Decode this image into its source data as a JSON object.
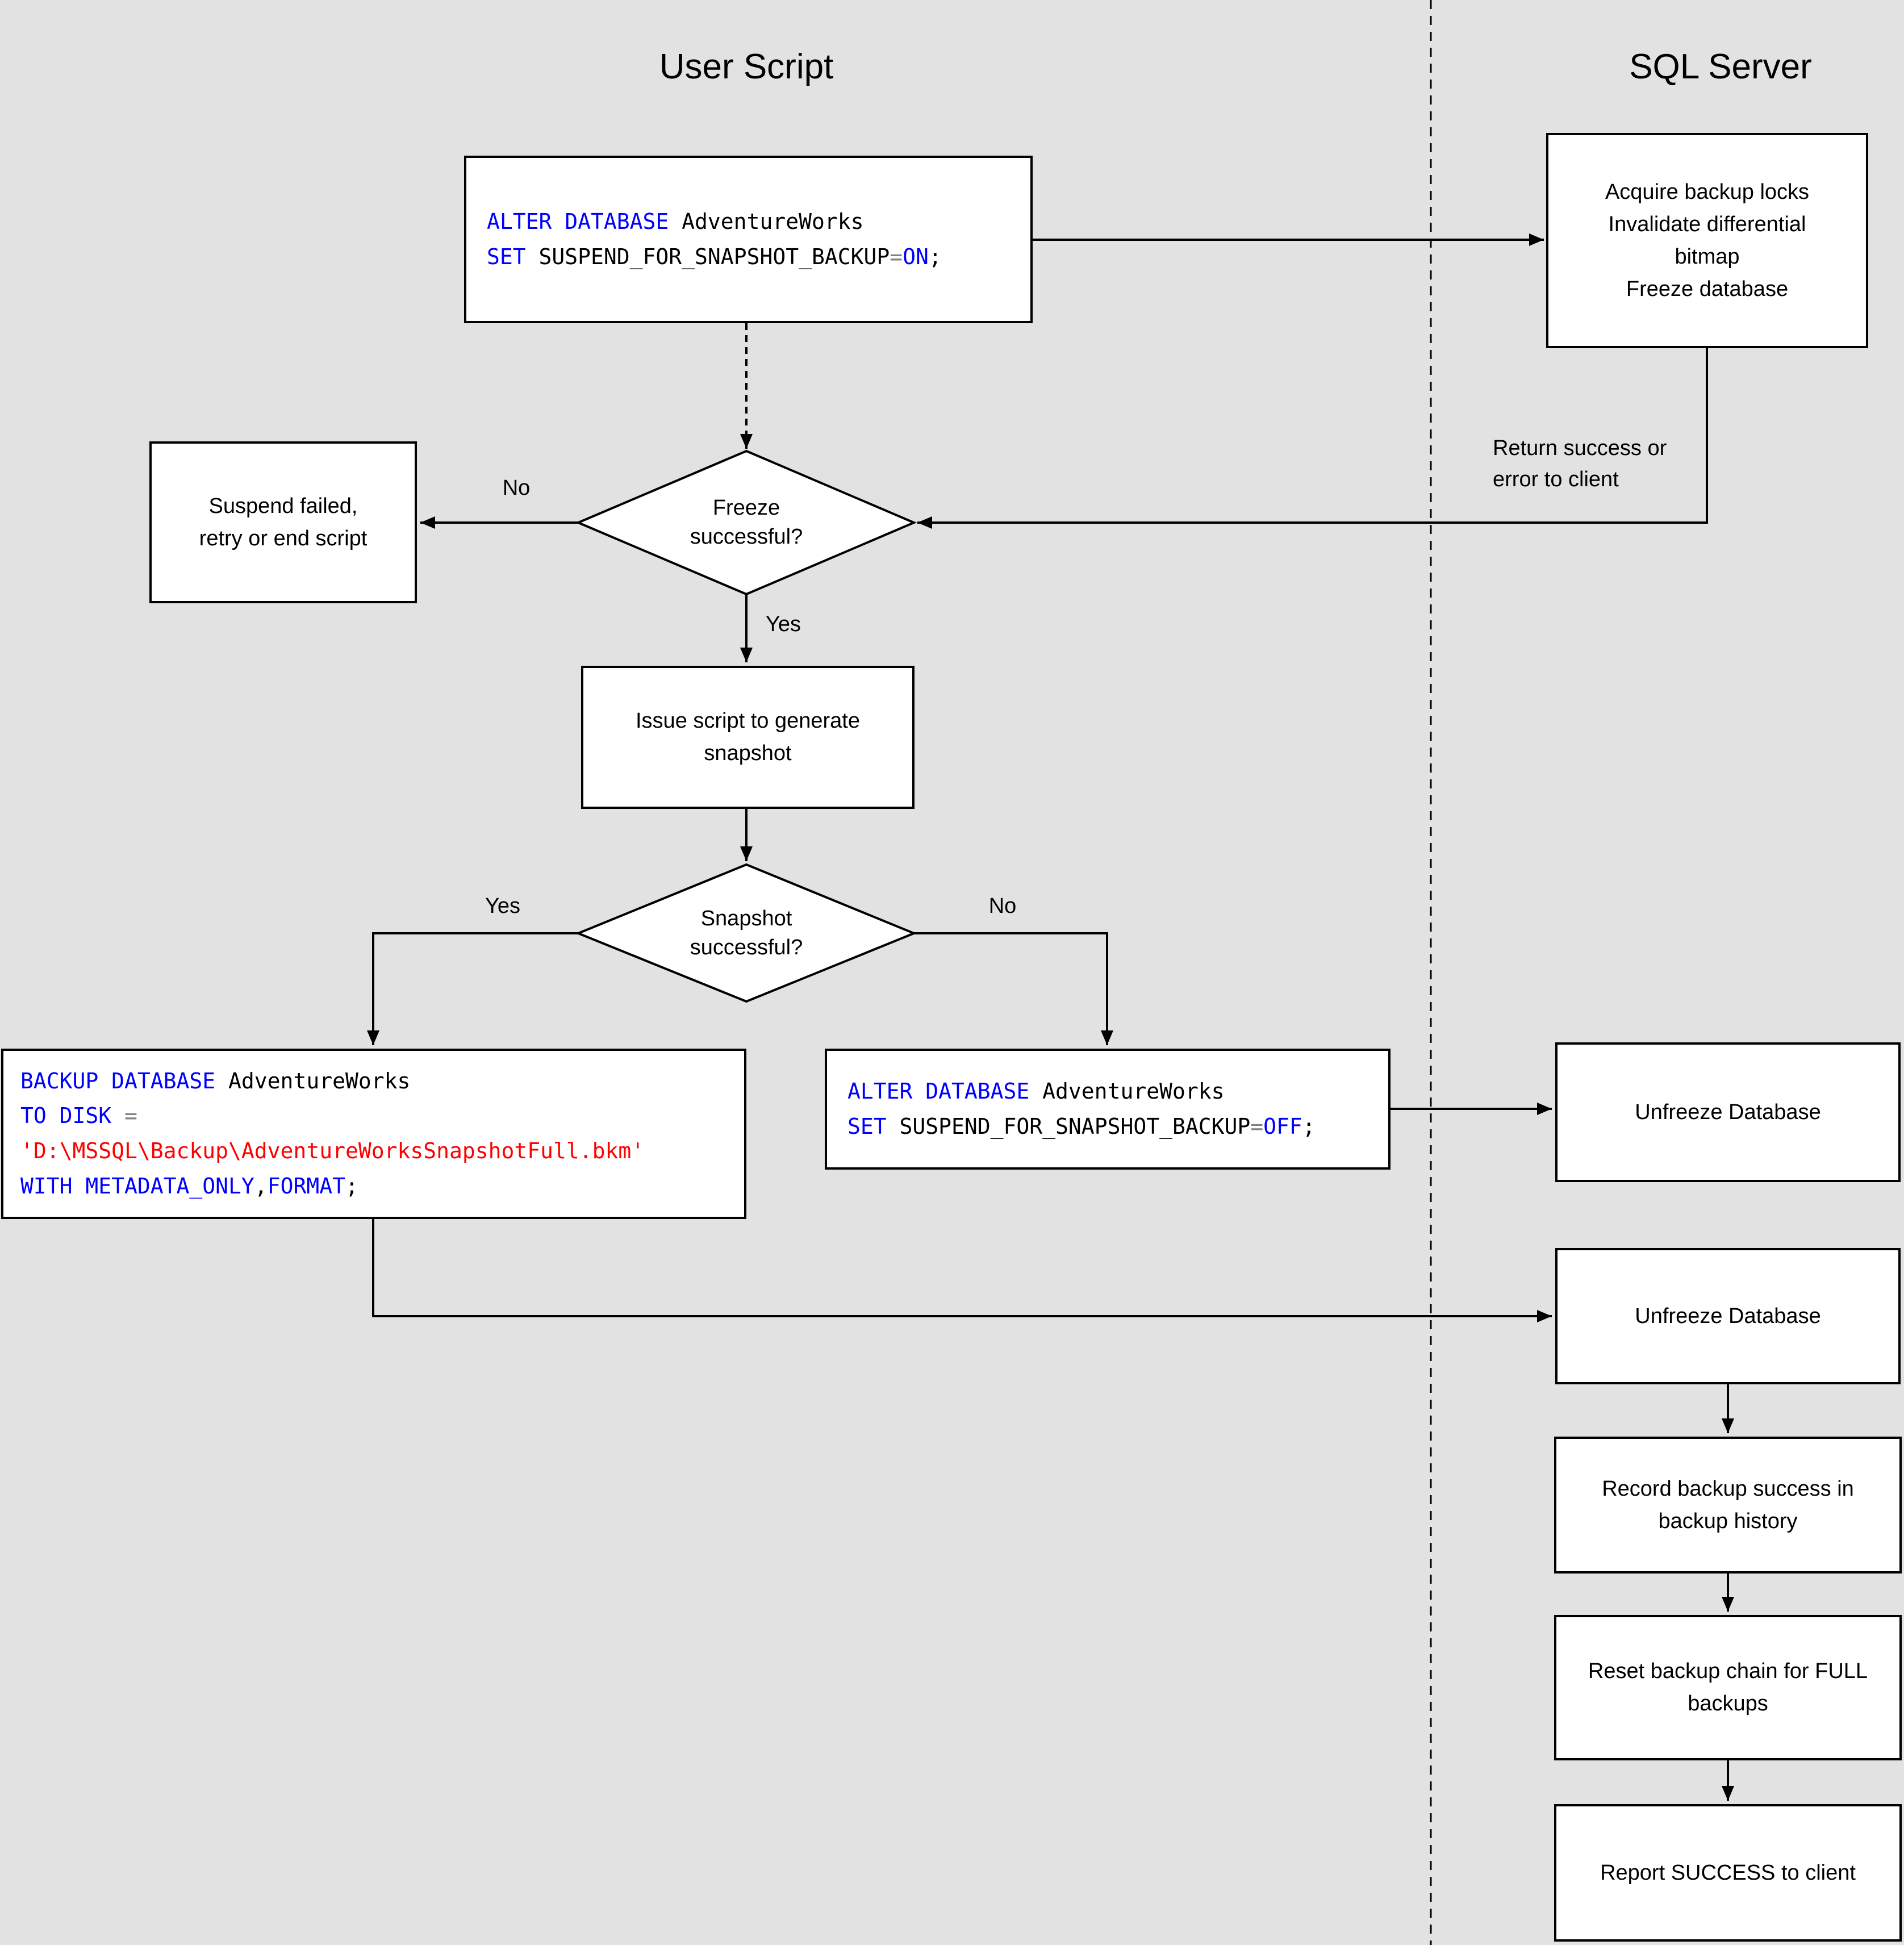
{
  "titles": {
    "left": "User Script",
    "right": "SQL Server"
  },
  "nodes": {
    "acquire": {
      "label": "Acquire backup locks\nInvalidate differential\nbitmap\nFreeze database"
    },
    "suspend_failed": {
      "label": "Suspend failed,\nretry or end script"
    },
    "freeze_decision": {
      "label": "Freeze\nsuccessful?"
    },
    "issue_script": {
      "label": "Issue script to generate\nsnapshot"
    },
    "snapshot_decision": {
      "label": "Snapshot\nsuccessful?"
    },
    "unfreeze_1": {
      "label": "Unfreeze Database"
    },
    "unfreeze_2": {
      "label": "Unfreeze Database"
    },
    "record_history": {
      "label": "Record backup success in\nbackup history"
    },
    "reset_chain": {
      "label": "Reset backup chain for FULL\nbackups"
    },
    "report_success": {
      "label": "Report SUCCESS to client"
    }
  },
  "edge_labels": {
    "freeze_no": "No",
    "freeze_yes": "Yes",
    "snapshot_yes": "Yes",
    "snapshot_no": "No",
    "return_status": "Return success or\nerror to client"
  },
  "code": {
    "suspend_on": [
      [
        {
          "t": "ALTER DATABASE",
          "c": "kw"
        },
        {
          "t": " AdventureWorks",
          "c": "pl"
        }
      ],
      [
        {
          "t": "SET",
          "c": "kw"
        },
        {
          "t": " SUSPEND_FOR_SNAPSHOT_BACKUP",
          "c": "pl"
        },
        {
          "t": "=",
          "c": "op"
        },
        {
          "t": "ON",
          "c": "kw"
        },
        {
          "t": ";",
          "c": "pl"
        }
      ]
    ],
    "backup": [
      [
        {
          "t": "BACKUP DATABASE",
          "c": "kw"
        },
        {
          "t": " AdventureWorks",
          "c": "pl"
        }
      ],
      [
        {
          "t": "TO DISK",
          "c": "kw"
        },
        {
          "t": " ",
          "c": "pl"
        },
        {
          "t": "=",
          "c": "op"
        }
      ],
      [
        {
          "t": "'D:\\MSSQL\\Backup\\AdventureWorksSnapshotFull.bkm'",
          "c": "str"
        }
      ],
      [
        {
          "t": "WITH METADATA_ONLY",
          "c": "kw"
        },
        {
          "t": ",",
          "c": "pl"
        },
        {
          "t": "FORMAT",
          "c": "kw"
        },
        {
          "t": ";",
          "c": "pl"
        }
      ]
    ],
    "suspend_off": [
      [
        {
          "t": "ALTER DATABASE",
          "c": "kw"
        },
        {
          "t": " AdventureWorks",
          "c": "pl"
        }
      ],
      [
        {
          "t": "SET",
          "c": "kw"
        },
        {
          "t": " SUSPEND_FOR_SNAPSHOT_BACKUP",
          "c": "pl"
        },
        {
          "t": "=",
          "c": "op"
        },
        {
          "t": "OFF",
          "c": "kw"
        },
        {
          "t": ";",
          "c": "pl"
        }
      ]
    ]
  },
  "colors": {
    "keyword": "#0000ff",
    "string": "#ff0000",
    "operator": "#808080",
    "plain": "#000000",
    "background": "#e2e2e2",
    "node_fill": "#ffffff",
    "line": "#000000"
  }
}
